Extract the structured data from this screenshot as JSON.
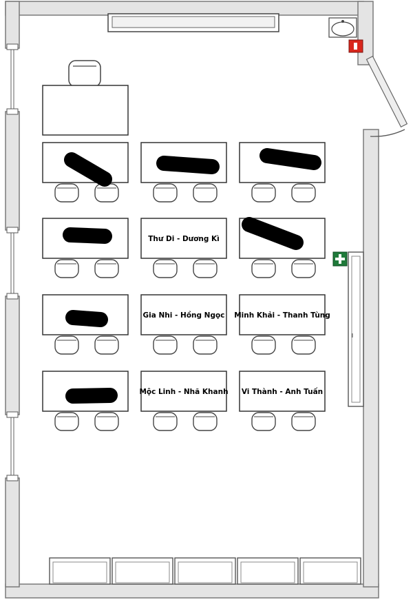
{
  "classroom": {
    "desk_rows": [
      {
        "left": "",
        "center": "",
        "right": ""
      },
      {
        "left": "",
        "center": "Thư Di - Dương Kì",
        "right": ""
      },
      {
        "left": "",
        "center": "Gia Nhi - Hồng Ngọc",
        "right": "Minh Khải - Thanh Tùng"
      },
      {
        "left": "",
        "center": "Mộc Linh - Nhã Khanh",
        "right": "Vi Thành - Anh Tuấn"
      }
    ],
    "icons": {
      "sink": "sink-icon",
      "fire_extinguisher": "fire-extinguisher-icon",
      "first_aid": "first-aid-icon",
      "door": "door-icon",
      "teacher_chair": "chair-icon"
    },
    "colors": {
      "wall_fill": "#e2e2e2",
      "wall_stroke": "#7a7a7a",
      "line": "#333333",
      "fire_extinguisher": "#d9261c",
      "first_aid": "#1f7a3a",
      "redaction": "#000000"
    }
  }
}
